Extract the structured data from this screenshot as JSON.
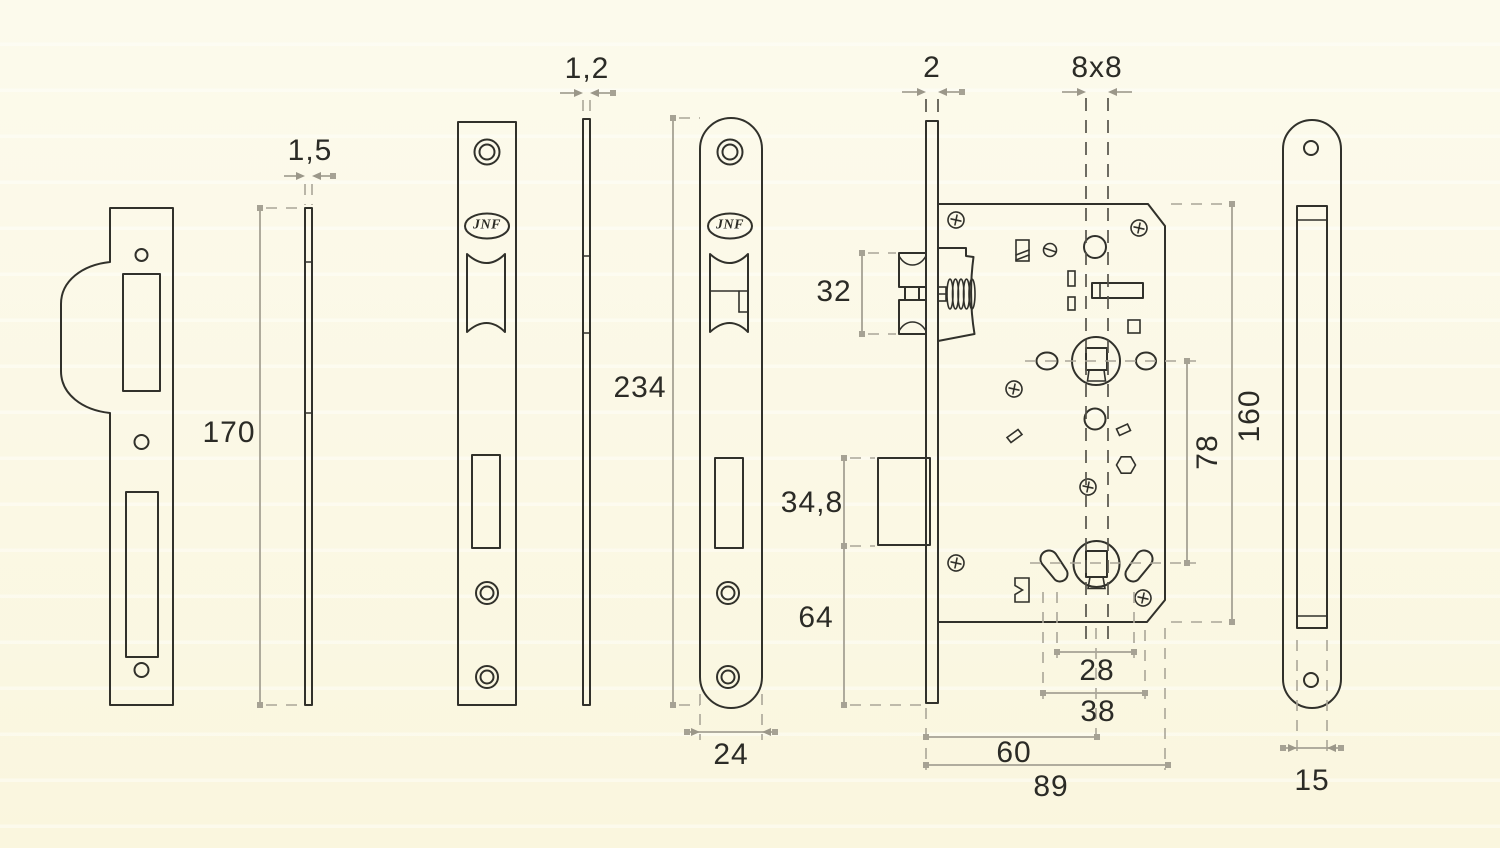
{
  "drawing": {
    "brand_logo": "JNF",
    "dimensions": {
      "strike_thickness": "1,5",
      "strike_height": "170",
      "faceplate_thickness": "1,2",
      "faceplate_height": "234",
      "faceplate_width": "24",
      "front_plate_thickness": "2",
      "spindle_square": "8x8",
      "latch_height": "32",
      "deadbolt_height": "34,8",
      "deadbolt_bottom_offset": "64",
      "follower_spacing": "78",
      "case_height": "160",
      "fixing_slot_spacing": "28",
      "fixing_slot_outer_spacing": "38",
      "backset": "60",
      "case_depth": "89",
      "case_thickness": "15"
    }
  }
}
